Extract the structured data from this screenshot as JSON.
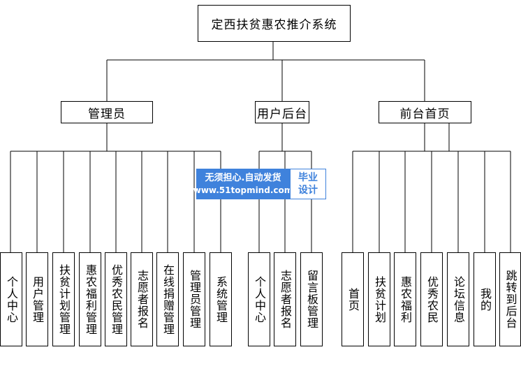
{
  "root": {
    "label": "定西扶贫惠农推介系统"
  },
  "groups": [
    {
      "label": "管理员",
      "children": [
        "个人中心",
        "用户管理",
        "扶贫计划管理",
        "惠农福利管理",
        "优秀农民管理",
        "志愿者报名",
        "在线捐赠管理",
        "管理员管理",
        "系统管理"
      ]
    },
    {
      "label": "用户后台",
      "children": [
        "个人中心",
        "志愿者报名",
        "留言板管理"
      ]
    },
    {
      "label": "前台首页",
      "children": [
        "首页",
        "扶贫计划",
        "惠农福利",
        "优秀农民",
        "论坛信息",
        "我的",
        "跳转到后台"
      ]
    }
  ],
  "watermark": {
    "line1": "无须担心.自动发货",
    "line2": "www.51topmind.com",
    "badge_line1": "毕业",
    "badge_line2": "设计"
  }
}
